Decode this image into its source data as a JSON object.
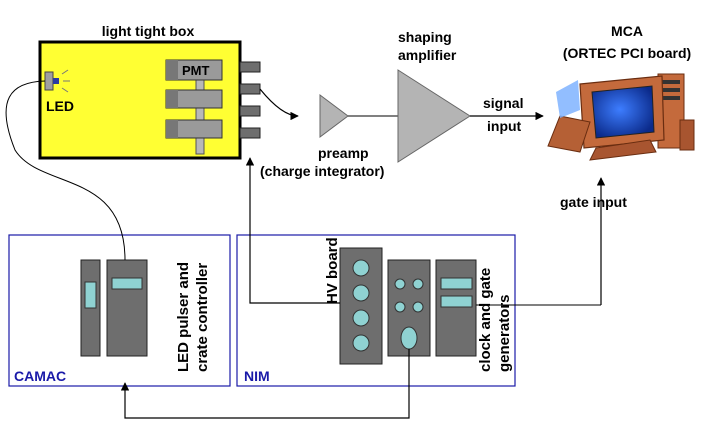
{
  "box": {
    "title": "light tight box",
    "pmt": "PMT",
    "led": "LED"
  },
  "signal_chain": {
    "preamp_line1": "preamp",
    "preamp_line2": "(charge integrator)",
    "amp_line1": "shaping",
    "amp_line2": "amplifier",
    "signal_line1": "signal",
    "signal_line2": "input"
  },
  "mca": {
    "line1": "MCA",
    "line2": "(ORTEC PCI board)",
    "gate": "gate input"
  },
  "crates": {
    "camac": {
      "name": "CAMAC",
      "module_line1": "LED pulser and",
      "module_line2": "crate controller"
    },
    "nim": {
      "name": "NIM",
      "hv": "HV board",
      "gen_line1": "clock and gate",
      "gen_line2": "generators"
    }
  },
  "colors": {
    "box_fill": "#ffff33",
    "module": "#6e6e6e",
    "indicator": "#8fd2d2",
    "crate_border": "#1a1aa8",
    "triangle": "#b4b4b4",
    "screen": "#2f6fe8",
    "monitor": "#c46a3c"
  }
}
